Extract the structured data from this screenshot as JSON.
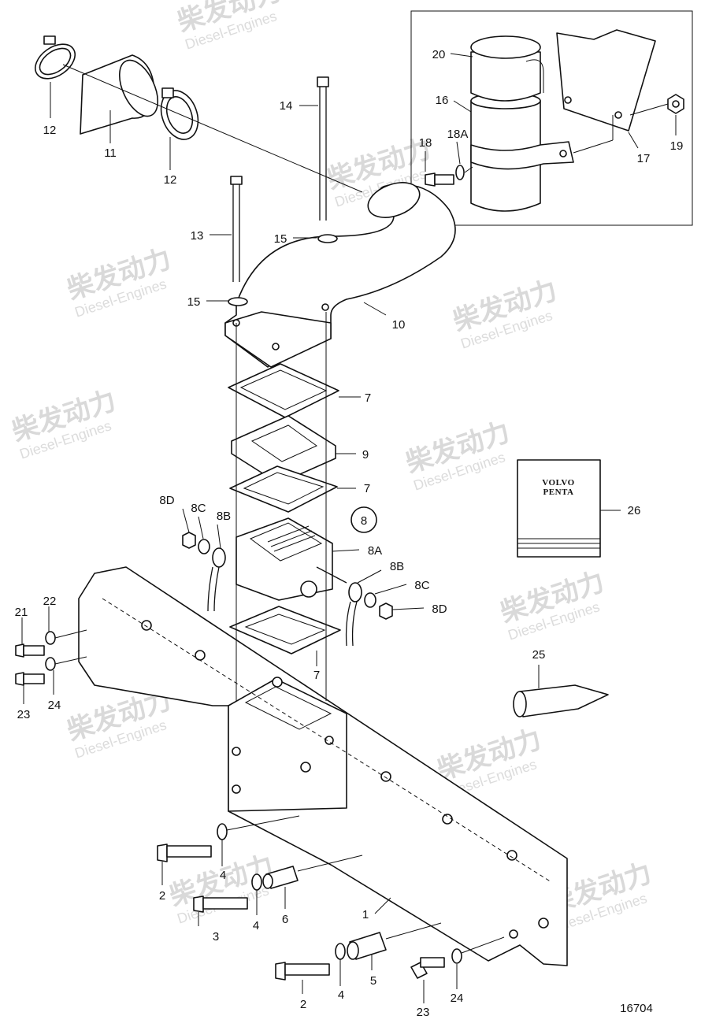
{
  "watermark": {
    "cn": "柴发动力",
    "en": "Diesel-Engines"
  },
  "drawing_number": "16704",
  "tube_brand": {
    "line1": "VOLVO",
    "line2": "PENTA"
  },
  "group_marker": "8",
  "callouts": [
    {
      "id": "c12a",
      "text": "12"
    },
    {
      "id": "c11",
      "text": "11"
    },
    {
      "id": "c12b",
      "text": "12"
    },
    {
      "id": "c14",
      "text": "14"
    },
    {
      "id": "c13",
      "text": "13"
    },
    {
      "id": "c15a",
      "text": "15"
    },
    {
      "id": "c15b",
      "text": "15"
    },
    {
      "id": "c10",
      "text": "10"
    },
    {
      "id": "c7a",
      "text": "7"
    },
    {
      "id": "c9",
      "text": "9"
    },
    {
      "id": "c7b",
      "text": "7"
    },
    {
      "id": "c8D_l",
      "text": "8D"
    },
    {
      "id": "c8C_l",
      "text": "8C"
    },
    {
      "id": "c8B_l",
      "text": "8B"
    },
    {
      "id": "c8A",
      "text": "8A"
    },
    {
      "id": "c8B_r",
      "text": "8B"
    },
    {
      "id": "c8C_r",
      "text": "8C"
    },
    {
      "id": "c8D_r",
      "text": "8D"
    },
    {
      "id": "c7c",
      "text": "7"
    },
    {
      "id": "c26",
      "text": "26"
    },
    {
      "id": "c25",
      "text": "25"
    },
    {
      "id": "c21",
      "text": "21"
    },
    {
      "id": "c22",
      "text": "22"
    },
    {
      "id": "c23a",
      "text": "23"
    },
    {
      "id": "c24a",
      "text": "24"
    },
    {
      "id": "c2a",
      "text": "2"
    },
    {
      "id": "c4a",
      "text": "4"
    },
    {
      "id": "c3",
      "text": "3"
    },
    {
      "id": "c4b",
      "text": "4"
    },
    {
      "id": "c6",
      "text": "6"
    },
    {
      "id": "c1",
      "text": "1"
    },
    {
      "id": "c2b",
      "text": "2"
    },
    {
      "id": "c4c",
      "text": "4"
    },
    {
      "id": "c5",
      "text": "5"
    },
    {
      "id": "c23b",
      "text": "23"
    },
    {
      "id": "c24b",
      "text": "24"
    },
    {
      "id": "c20",
      "text": "20"
    },
    {
      "id": "c16",
      "text": "16"
    },
    {
      "id": "c18",
      "text": "18"
    },
    {
      "id": "c18A",
      "text": "18A"
    },
    {
      "id": "c17",
      "text": "17"
    },
    {
      "id": "c19",
      "text": "19"
    }
  ]
}
